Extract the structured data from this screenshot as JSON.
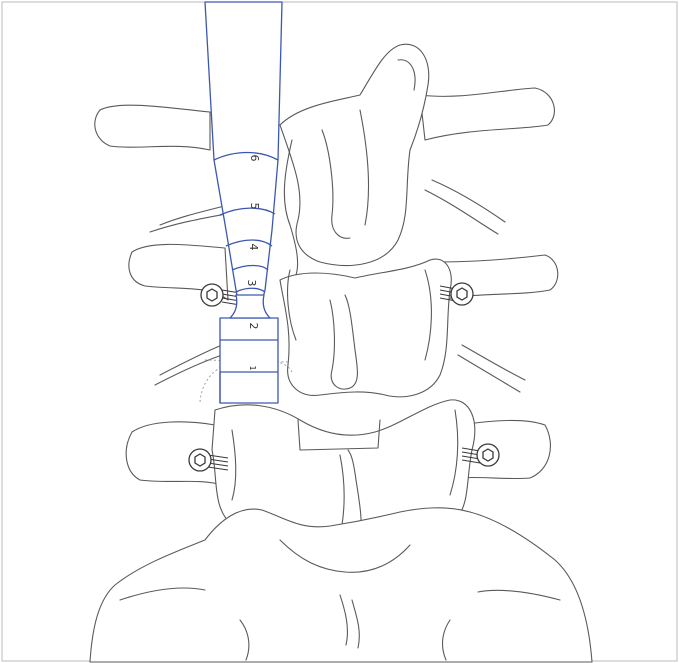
{
  "figure": {
    "border_color": "#bbbbbb",
    "bone_color": "#5a5a5a",
    "instrument_color": "#3d57b0",
    "screw_color": "#3a3a3a",
    "screw_icon": "hex-screw-icon"
  },
  "dilator": {
    "markings": [
      "6",
      "5",
      "4",
      "3",
      "2",
      "1"
    ]
  }
}
